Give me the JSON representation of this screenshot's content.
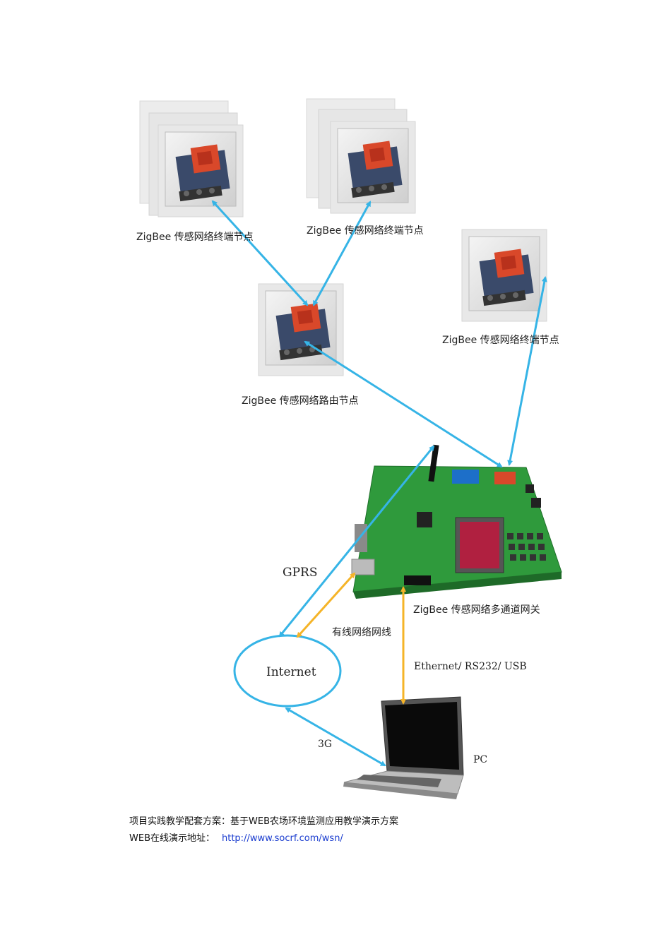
{
  "labels": {
    "end_node_1": "ZigBee 传感网络终端节点",
    "end_node_2": "ZigBee 传感网络终端节点",
    "end_node_3": "ZigBee 传感网络终端节点",
    "router_node": "ZigBee 传感网络路由节点",
    "gateway": "ZigBee 传感网络多通道网关",
    "gprs": "GPRS",
    "wired": "有线网络网线",
    "internet": "Internet",
    "ethernet": "Ethernet/ RS232/ USB",
    "link_3g": "3G",
    "pc": "PC"
  },
  "footer": {
    "line1": "项目实践教学配套方案：基于WEB农场环境监测应用教学演示方案",
    "line2_label": "WEB在线演示地址：",
    "line2_url": "http://www.socrf.com/wsn/"
  },
  "colors": {
    "wireless_link": "#36b4e6",
    "wired_link": "#f5b428",
    "board_green": "#2f9a3c"
  }
}
